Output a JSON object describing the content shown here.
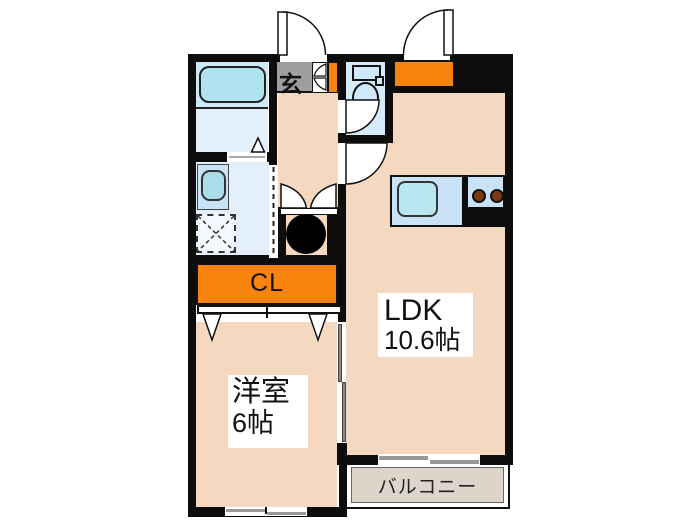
{
  "title": "apartment-floor-plan",
  "colors": {
    "wall": "#0d0d0d",
    "floor": "#f4d9c0",
    "accent-orange": "#f8830d",
    "tile-gray": "#9e9e9e",
    "wet-room-blue": "#e3effb",
    "bath-band-blue": "#cde9f6",
    "tub-blue": "#aee3ef",
    "fixture-blue": "#cfe8fa",
    "toilet-floor-blue": "#d6ebfa",
    "counter-blue": "#c9e2f6",
    "sink-blue": "#b9e6f0",
    "balcony-gray": "#ddd4ca",
    "burner-brown": "#7a3a12"
  },
  "rooms": {
    "entrance": {
      "label": "玄"
    },
    "closet": {
      "label": "CL"
    },
    "ldk": {
      "label": "LDK",
      "size": "10.6帖"
    },
    "western_room": {
      "label": "洋室",
      "size": "6帖"
    },
    "balcony": {
      "label": "バルコニー"
    }
  }
}
